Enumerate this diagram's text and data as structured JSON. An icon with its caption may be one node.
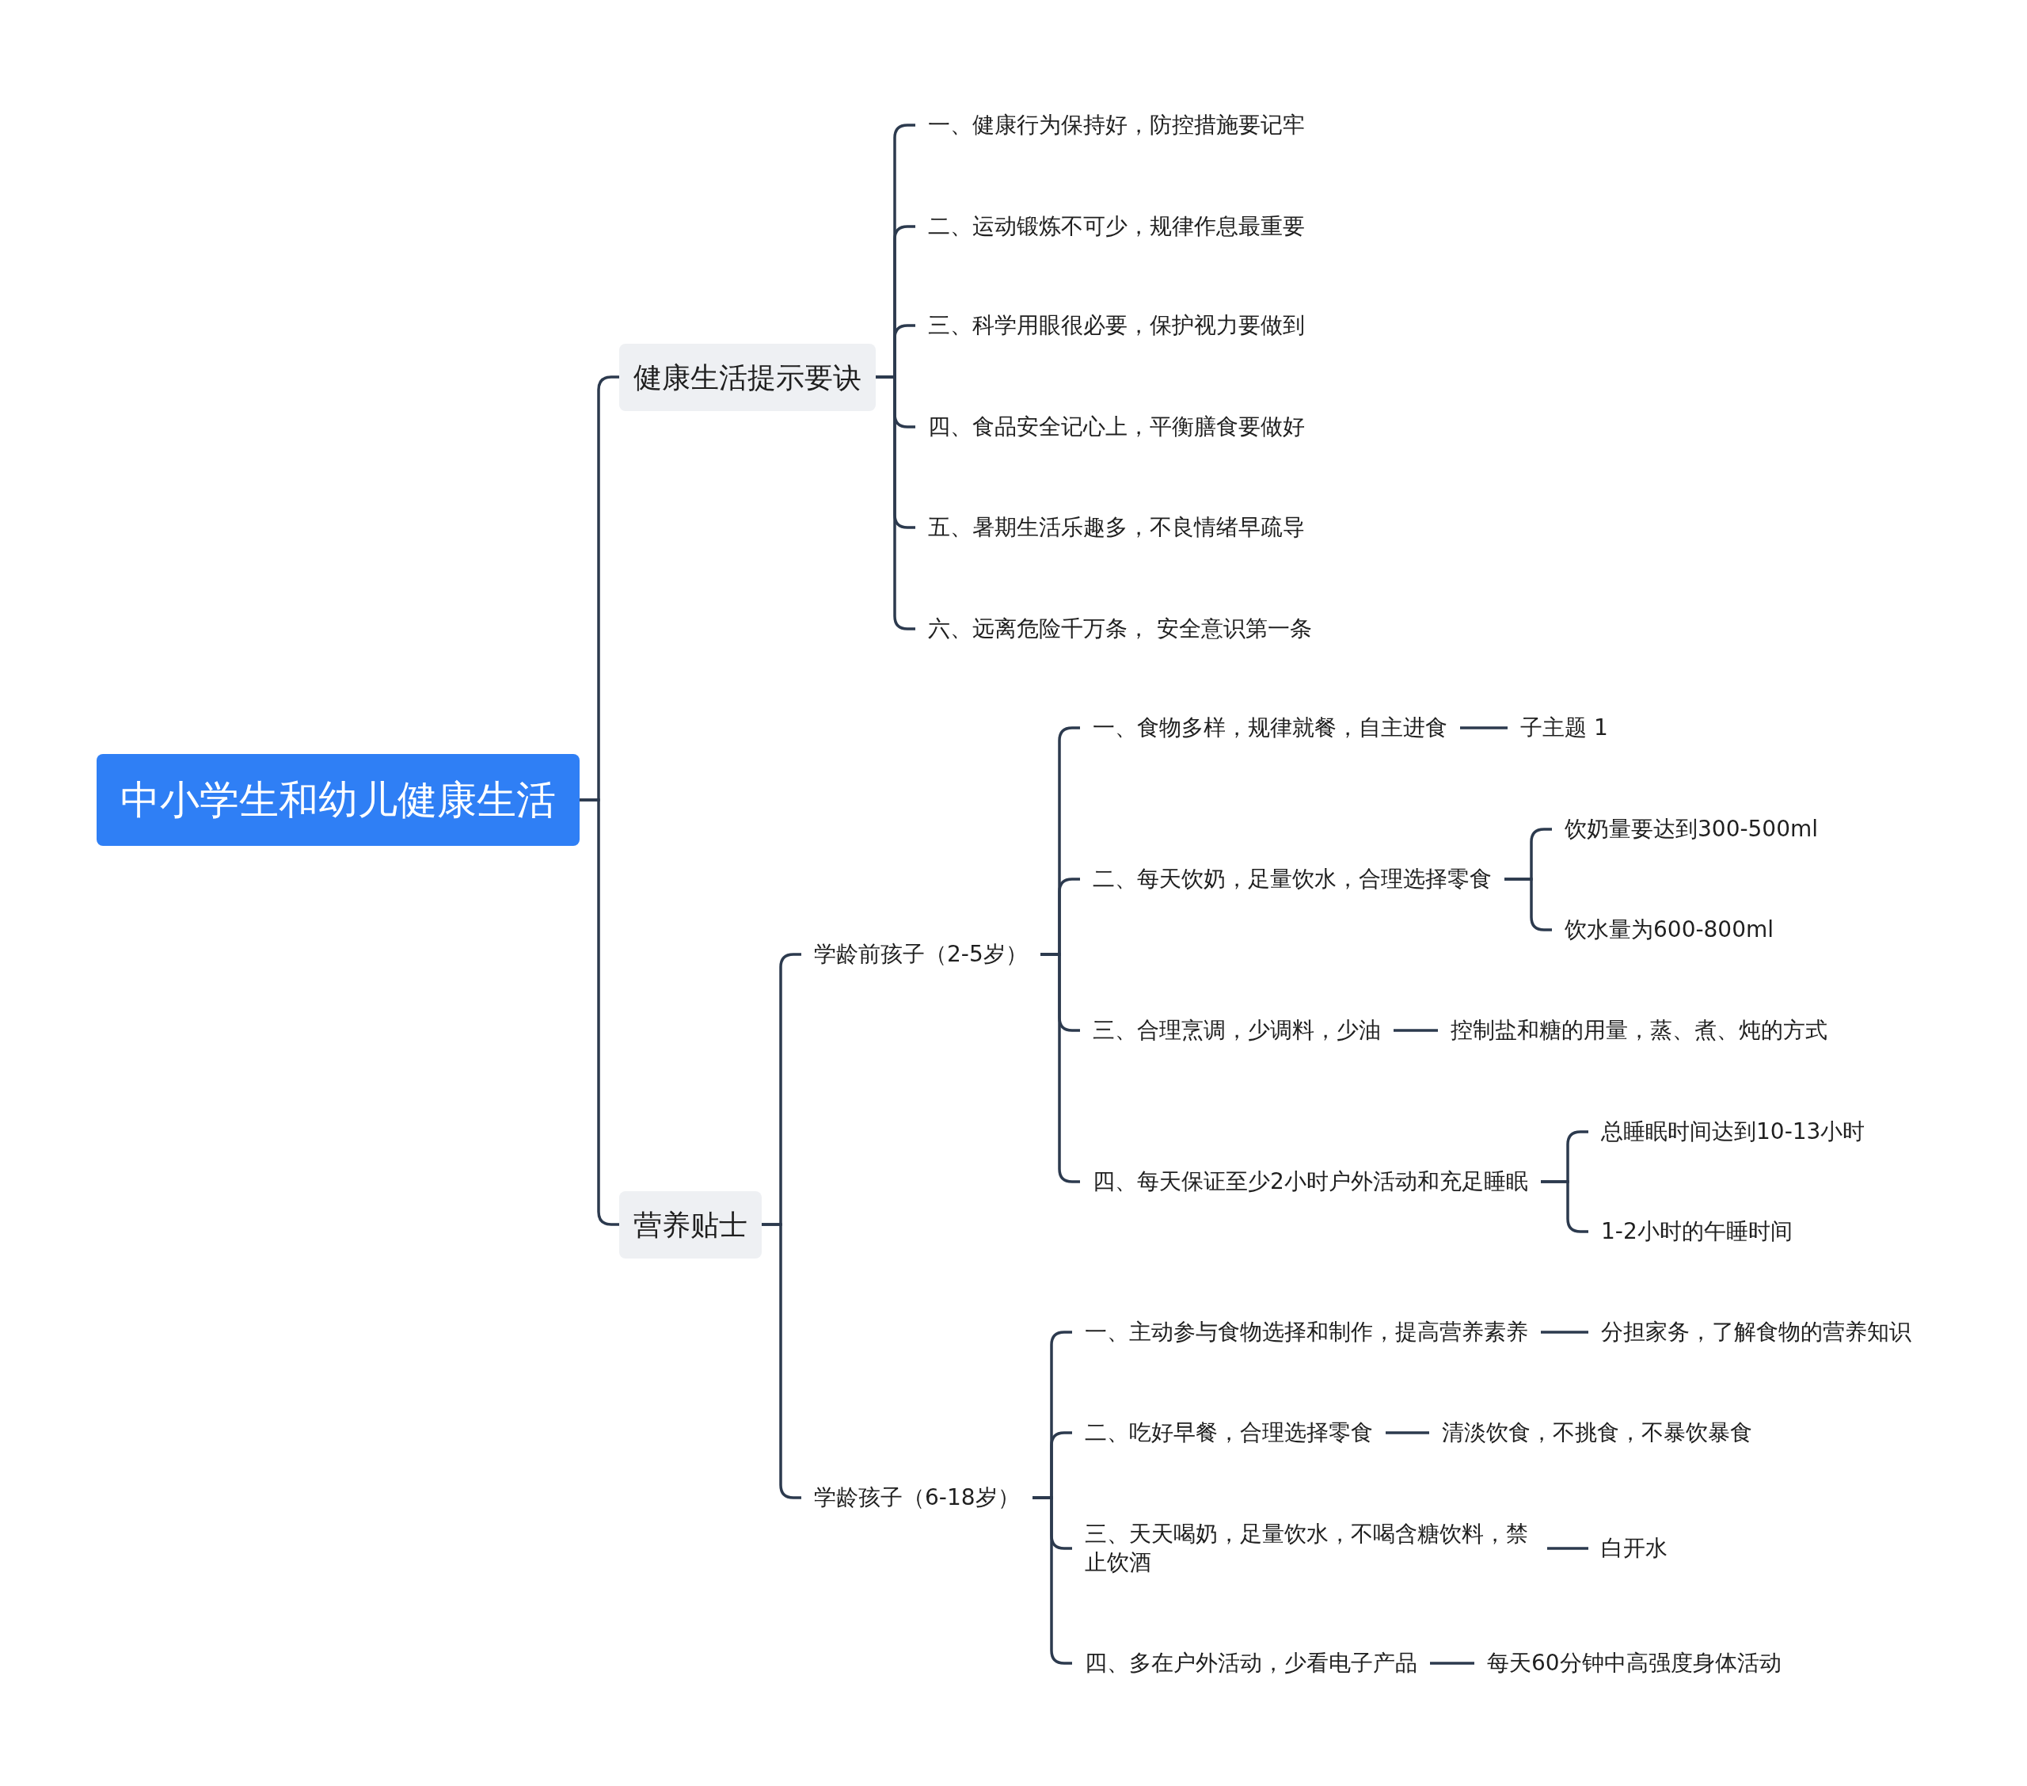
{
  "diagram": {
    "nodes": [
      {
        "text": [
          "中小学生和幼儿健康生活"
        ]
      },
      {
        "text": [
          "健康生活提示要诀"
        ]
      },
      {
        "text": [
          "一、健康行为保持好，防控措施要记牢"
        ]
      },
      {
        "text": [
          "二、运动锻炼不可少，规律作息最重要"
        ]
      },
      {
        "text": [
          "三、科学用眼很必要，保护视力要做到"
        ]
      },
      {
        "text": [
          "四、食品安全记心上，平衡膳食要做好"
        ]
      },
      {
        "text": [
          "五、暑期生活乐趣多，不良情绪早疏导"
        ]
      },
      {
        "text": [
          "六、远离危险千万条， 安全意识第一条"
        ]
      },
      {
        "text": [
          "营养贴士"
        ]
      },
      {
        "text": [
          "学龄前孩子（2-5岁）"
        ]
      },
      {
        "text": [
          "一、食物多样，规律就餐，自主进食"
        ]
      },
      {
        "text": [
          "子主题 1"
        ]
      },
      {
        "text": [
          "二、每天饮奶，足量饮水，合理选择零食"
        ]
      },
      {
        "text": [
          "饮奶量要达到300-500ml"
        ]
      },
      {
        "text": [
          "饮水量为600-800ml"
        ]
      },
      {
        "text": [
          "三、合理烹调，少调料，少油"
        ]
      },
      {
        "text": [
          "控制盐和糖的用量，蒸、煮、炖的方式"
        ]
      },
      {
        "text": [
          "四、每天保证至少2小时户外活动和充足睡眠"
        ]
      },
      {
        "text": [
          "总睡眠时间达到10-13小时"
        ]
      },
      {
        "text": [
          "1-2小时的午睡时间"
        ]
      },
      {
        "text": [
          "学龄孩子（6-18岁）"
        ]
      },
      {
        "text": [
          "一、主动参与食物选择和制作，提高营养素养"
        ]
      },
      {
        "text": [
          "分担家务，了解食物的营养知识"
        ]
      },
      {
        "text": [
          "二、吃好早餐，合理选择零食"
        ]
      },
      {
        "text": [
          "清淡饮食，不挑食，不暴饮暴食"
        ]
      },
      {
        "text": [
          "三、天天喝奶，足量饮水，不喝含糖饮料，禁止饮酒"
        ]
      },
      {
        "text": [
          "白开水"
        ]
      },
      {
        "text": [
          "四、多在户外活动，少看电子产品"
        ]
      },
      {
        "text": [
          "每天60分钟中高强度身体活动"
        ]
      }
    ],
    "edges": [
      {
        "from": 0,
        "to": 1,
        "arrow": "none"
      },
      {
        "from": 0,
        "to": 8,
        "arrow": "none"
      },
      {
        "from": 1,
        "to": 2,
        "arrow": "none"
      },
      {
        "from": 1,
        "to": 3,
        "arrow": "none"
      },
      {
        "from": 1,
        "to": 4,
        "arrow": "none"
      },
      {
        "from": 1,
        "to": 5,
        "arrow": "none"
      },
      {
        "from": 1,
        "to": 6,
        "arrow": "none"
      },
      {
        "from": 1,
        "to": 7,
        "arrow": "none"
      },
      {
        "from": 8,
        "to": 9,
        "arrow": "none"
      },
      {
        "from": 8,
        "to": 20,
        "arrow": "none"
      },
      {
        "from": 9,
        "to": 10,
        "arrow": "none"
      },
      {
        "from": 9,
        "to": 12,
        "arrow": "none"
      },
      {
        "from": 9,
        "to": 15,
        "arrow": "none"
      },
      {
        "from": 9,
        "to": 17,
        "arrow": "none"
      },
      {
        "from": 10,
        "to": 11,
        "arrow": "none"
      },
      {
        "from": 12,
        "to": 13,
        "arrow": "none"
      },
      {
        "from": 12,
        "to": 14,
        "arrow": "none"
      },
      {
        "from": 15,
        "to": 16,
        "arrow": "none"
      },
      {
        "from": 17,
        "to": 18,
        "arrow": "none"
      },
      {
        "from": 17,
        "to": 19,
        "arrow": "none"
      },
      {
        "from": 20,
        "to": 21,
        "arrow": "none"
      },
      {
        "from": 20,
        "to": 23,
        "arrow": "none"
      },
      {
        "from": 20,
        "to": 25,
        "arrow": "none"
      },
      {
        "from": 20,
        "to": 27,
        "arrow": "none"
      },
      {
        "from": 21,
        "to": 22,
        "arrow": "none"
      },
      {
        "from": 23,
        "to": 24,
        "arrow": "none"
      },
      {
        "from": 25,
        "to": 26,
        "arrow": "none"
      },
      {
        "from": 27,
        "to": 28,
        "arrow": "none"
      }
    ]
  }
}
